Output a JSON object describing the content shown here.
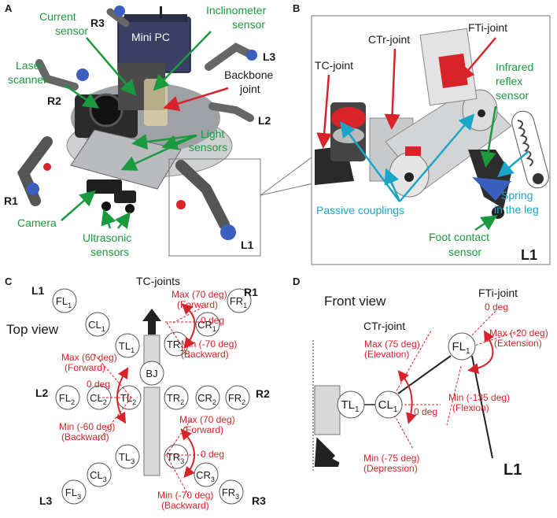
{
  "panel_labels": {
    "a": "A",
    "b": "B",
    "c": "C",
    "d": "D"
  },
  "panel_a": {
    "current_sensor": "Current",
    "current_sensor_2": "sensor",
    "inclinometer": "Inclinometer",
    "inclinometer_2": "sensor",
    "mini_pc": "Mini PC",
    "laser": "Laser",
    "laser_2": "scanner",
    "backbone": "Backbone",
    "backbone_2": "joint",
    "light": "Light",
    "light_2": "sensors",
    "camera": "Camera",
    "ultrasonic": "Ultrasonic",
    "ultrasonic_2": "sensors",
    "r1": "R1",
    "r2": "R2",
    "r3": "R3",
    "l1": "L1",
    "l2": "L2",
    "l3": "L3"
  },
  "panel_b": {
    "tc": "TC-joint",
    "ctr": "CTr-joint",
    "fti": "FTi-joint",
    "infrared": "Infrared",
    "infrared_2": "reflex",
    "infrared_3": "sensor",
    "spring": "Spring",
    "spring_2": "in the leg",
    "passive": "Passive couplings",
    "foot": "Foot contact",
    "foot_2": "sensor",
    "leg": "L1"
  },
  "panel_c": {
    "title": "Top view",
    "tc_joints": "TC-joints",
    "l1": "L1",
    "l2": "L2",
    "l3": "L3",
    "r1": "R1",
    "r2": "R2",
    "r3": "R3",
    "bj": "BJ",
    "tr1_max": "Max (70 deg)",
    "tr1_max_2": "(Forward)",
    "tr1_zero": "0 deg",
    "tr1_min": "Min (-70 deg)",
    "tr1_min_2": "(Backward)",
    "tl2_max": "Max (60 deg)",
    "tl2_max_2": "(Forward)",
    "tl2_zero": "0 deg",
    "tl2_min": "Min (-60 deg)",
    "tl2_min_2": "(Backward)",
    "tr3_max": "Max (70 deg)",
    "tr3_max_2": "(Forward)",
    "tr3_zero": "0 deg",
    "tr3_min": "Min (-70 deg)",
    "tr3_min_2": "(Backward)",
    "circles": [
      {
        "b": "FL",
        "s": "1"
      },
      {
        "b": "CL",
        "s": "1"
      },
      {
        "b": "TL",
        "s": "1"
      },
      {
        "b": "TR",
        "s": "1"
      },
      {
        "b": "CR",
        "s": "1"
      },
      {
        "b": "FR",
        "s": "1"
      },
      {
        "b": "FL",
        "s": "2"
      },
      {
        "b": "CL",
        "s": "2"
      },
      {
        "b": "TL",
        "s": "2"
      },
      {
        "b": "TR",
        "s": "2"
      },
      {
        "b": "CR",
        "s": "2"
      },
      {
        "b": "FR",
        "s": "2"
      },
      {
        "b": "TL",
        "s": "3"
      },
      {
        "b": "CL",
        "s": "3"
      },
      {
        "b": "FL",
        "s": "3"
      },
      {
        "b": "TR",
        "s": "3"
      },
      {
        "b": "CR",
        "s": "3"
      },
      {
        "b": "FR",
        "s": "3"
      }
    ]
  },
  "panel_d": {
    "title": "Front view",
    "fti": "FTi-joint",
    "fti_zero": "0 deg",
    "fti_max": "Max (-20 deg)",
    "fti_max_2": "(Extension)",
    "fti_min": "Min (-135 deg)",
    "fti_min_2": "(Flexion)",
    "ctr": "CTr-joint",
    "ctr_max": "Max (75 deg)",
    "ctr_max_2": "(Elevation)",
    "ctr_zero": "0 deg",
    "ctr_min": "Min (-75 deg)",
    "ctr_min_2": "(Depression)",
    "tl": {
      "b": "TL",
      "s": "1"
    },
    "cl": {
      "b": "CL",
      "s": "1"
    },
    "fl": {
      "b": "FL",
      "s": "1"
    },
    "leg": "L1"
  },
  "colors": {
    "green": "#1a9a3e",
    "red": "#d8232a",
    "cyan": "#19a6c8",
    "black": "#1a1a1a",
    "gray_body": "#d9d9d9"
  }
}
